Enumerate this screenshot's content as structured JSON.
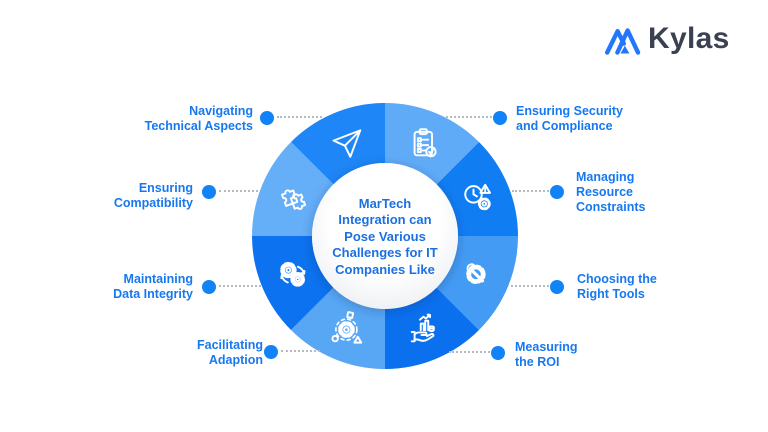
{
  "canvas": {
    "background": "#FFFFFF"
  },
  "logo": {
    "text": "Kylas",
    "icon": "kylas-mountain-icon",
    "icon_color": "#2377FC",
    "text_color": "#3A4150"
  },
  "wheel": {
    "center_text": "MarTech\nIntegration can\nPose Various\nChallenges for IT\nCompanies Like",
    "center_text_color": "#1C70E2",
    "center_bg": "#FFFFFF"
  },
  "connector": {
    "dot_color": "#1283F6",
    "line_color": "#B3BAC4"
  },
  "label_color": "#1778F0",
  "items": [
    {
      "id": "ensuring-security",
      "label": "Ensuring Security\nand Compliance",
      "icon": "clipboard-checklist-icon",
      "segment_color": "#60ABF7",
      "side": "right"
    },
    {
      "id": "managing-resource",
      "label": "Managing\nResource\nConstraints",
      "icon": "clock-alert-gear-icon",
      "segment_color": "#117DF3",
      "side": "right"
    },
    {
      "id": "choosing-tools",
      "label": "Choosing the\nRight Tools",
      "icon": "gear-wrench-icon",
      "segment_color": "#449BF3",
      "side": "right"
    },
    {
      "id": "measuring-roi",
      "label": "Measuring\nthe ROI",
      "icon": "hand-growth-chart-icon",
      "segment_color": "#0B70EE",
      "side": "right"
    },
    {
      "id": "facilitating-adaption",
      "label": "Facilitating\nAdaption",
      "icon": "adaption-gear-shapes-icon",
      "segment_color": "#58A7F5",
      "side": "left"
    },
    {
      "id": "maintaining-data-integrity",
      "label": "Maintaining\nData Integrity",
      "icon": "sync-gears-icon",
      "segment_color": "#0C72EF",
      "side": "left"
    },
    {
      "id": "ensuring-compatibility",
      "label": "Ensuring\nCompatibility",
      "icon": "puzzle-pieces-icon",
      "segment_color": "#65AEF8",
      "side": "left"
    },
    {
      "id": "navigating-technical",
      "label": "Navigating\nTechnical Aspects",
      "icon": "paper-plane-icon",
      "segment_color": "#1E86F6",
      "side": "left"
    }
  ]
}
